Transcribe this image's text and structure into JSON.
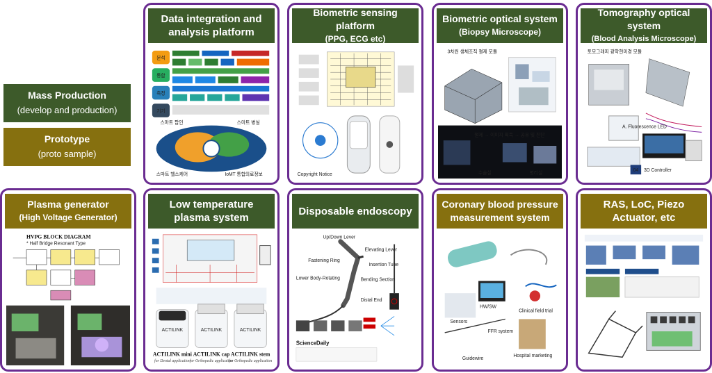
{
  "legend": {
    "mass_production": {
      "title": "Mass Production",
      "subtitle": "(develop and production)",
      "color": "#3d5a2a"
    },
    "prototype": {
      "title": "Prototype",
      "subtitle": "(proto sample)",
      "color": "#86700f"
    }
  },
  "card_border_color": "#6a2c91",
  "cards": [
    {
      "title": "Data integration and analysis platform",
      "title_small": "",
      "status": "mass",
      "labels": [
        "분석",
        "통합",
        "측정",
        "기기",
        "스마트 팜인",
        "스마트 병실",
        "스마트 헬스케어",
        "IoMT 통합의료정보"
      ]
    },
    {
      "title": "Biometric sensing platform",
      "title_small": "(PPG, ECG etc)",
      "status": "mass",
      "labels": [
        "Copyright Notice"
      ]
    },
    {
      "title": "Biometric optical system",
      "title_small": "(Biopsy Microscope)",
      "status": "mass",
      "labels": [
        "3차원 생체조직 절제 모듈",
        "병리실",
        "수술실",
        "절제 → 이미지 획득 → 공유 및 진단"
      ]
    },
    {
      "title": "Tomography optical system",
      "title_small": "(Blood Analysis Microscope)",
      "status": "mass",
      "labels": [
        "토모그래피 광학현미경 모듈",
        "A. Fluorescence LED",
        "04",
        "3D Controller"
      ]
    },
    {
      "title": "Plasma generator",
      "title_small": "(High Voltage Generator)",
      "status": "proto",
      "labels": [
        "HVPG BLOCK DIAGRAM",
        "* Half Bridge Resonant Type"
      ]
    },
    {
      "title": "Low temperature plasma system",
      "title_small": "",
      "status": "mass",
      "labels": [
        "ACTILINK",
        "ACTILINK",
        "ACTILINK",
        "ACTILINK mini",
        "ACTILINK cap",
        "ACTILINK stem",
        "for Dental application",
        "for Orthopedic application",
        "for Orthopedic application"
      ]
    },
    {
      "title": "Disposable endoscopy",
      "title_small": "",
      "status": "mass",
      "labels": [
        "Up/Down Lever",
        "Elevating Lever",
        "Fastening Ring",
        "Insertion Tube",
        "Lower Body-Rotating",
        "Bending Section",
        "Distal End",
        "ScienceDaily"
      ]
    },
    {
      "title": "Coronary blood pressure measurement system",
      "title_small": "",
      "status": "proto",
      "labels": [
        "Sensors",
        "HW/SW",
        "Clinical field trial",
        "FFR system",
        "Guidewire",
        "Hospital marketing"
      ]
    },
    {
      "title": "RAS, LoC, Piezo Actuator, etc",
      "title_small": "",
      "status": "proto",
      "labels": []
    }
  ]
}
